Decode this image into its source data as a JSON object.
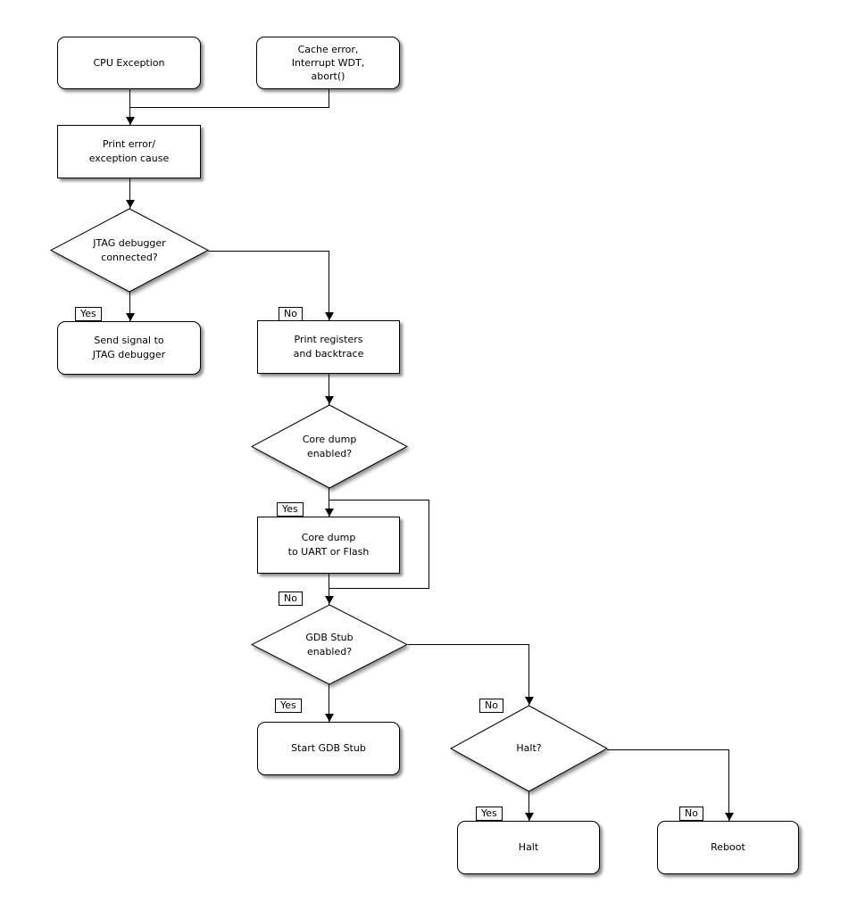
{
  "diagram": {
    "type": "flowchart",
    "colors": {
      "background": "#ffffff",
      "node_fill": "#ffffff",
      "stroke": "#000000",
      "shadow": "rgba(0,0,0,0.45)"
    },
    "nodes": {
      "cpu_exception": "CPU Exception",
      "cache_error": "Cache error,\nInterrupt WDT,\nabort()",
      "print_error": "Print error/\nexception cause",
      "jtag_connected": "JTAG debugger\nconnected?",
      "send_signal": "Send signal to\nJTAG debugger",
      "print_registers": "Print registers\nand backtrace",
      "core_dump_enabled": "Core dump\nenabled?",
      "core_dump": "Core dump\nto UART or Flash",
      "gdb_stub_enabled": "GDB Stub\nenabled?",
      "start_gdb_stub": "Start GDB Stub",
      "halt_q": "Halt?",
      "halt": "Halt",
      "reboot": "Reboot"
    },
    "labels": {
      "yes": "Yes",
      "no": "No"
    },
    "edges": [
      {
        "from": "cpu_exception",
        "to": "print_error"
      },
      {
        "from": "cache_error",
        "to": "print_error"
      },
      {
        "from": "print_error",
        "to": "jtag_connected"
      },
      {
        "from": "jtag_connected",
        "to": "send_signal",
        "label": "Yes"
      },
      {
        "from": "jtag_connected",
        "to": "print_registers",
        "label": "No"
      },
      {
        "from": "print_registers",
        "to": "core_dump_enabled"
      },
      {
        "from": "core_dump_enabled",
        "to": "core_dump",
        "label": "Yes"
      },
      {
        "from": "core_dump_enabled",
        "to": "gdb_stub_enabled",
        "label": "No"
      },
      {
        "from": "core_dump",
        "to": "gdb_stub_enabled"
      },
      {
        "from": "gdb_stub_enabled",
        "to": "start_gdb_stub",
        "label": "Yes"
      },
      {
        "from": "gdb_stub_enabled",
        "to": "halt_q",
        "label": "No"
      },
      {
        "from": "halt_q",
        "to": "halt",
        "label": "Yes"
      },
      {
        "from": "halt_q",
        "to": "reboot",
        "label": "No"
      }
    ]
  }
}
